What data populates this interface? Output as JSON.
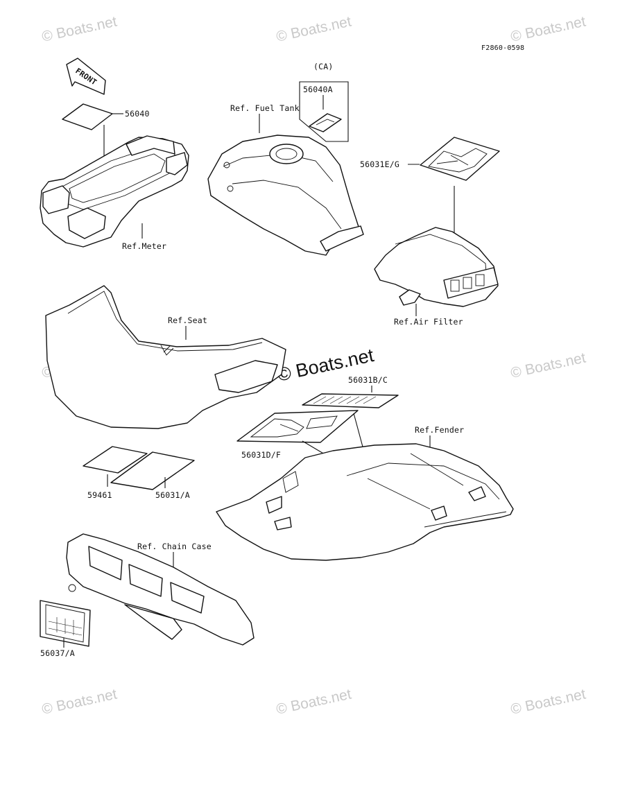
{
  "diagram_code": "F2860-0598",
  "watermark_text": "© Boats.net",
  "watermark_center_text": "© Boats.net",
  "front_label": "FRONT",
  "labels": {
    "p56040": "56040",
    "ref_meter": "Ref.Meter",
    "ref_fuel_tank": "Ref. Fuel Tank",
    "ca": "(CA)",
    "p56040a": "56040A",
    "p56031eg": "56031E/G",
    "ref_air_filter": "Ref.Air Filter",
    "ref_seat": "Ref.Seat",
    "p56031bc": "56031B/C",
    "ref_fender": "Ref.Fender",
    "p56031df": "56031D/F",
    "p59461": "59461",
    "p56031a": "56031/A",
    "ref_chain_case": "Ref. Chain Case",
    "p56037a": "56037/A"
  }
}
